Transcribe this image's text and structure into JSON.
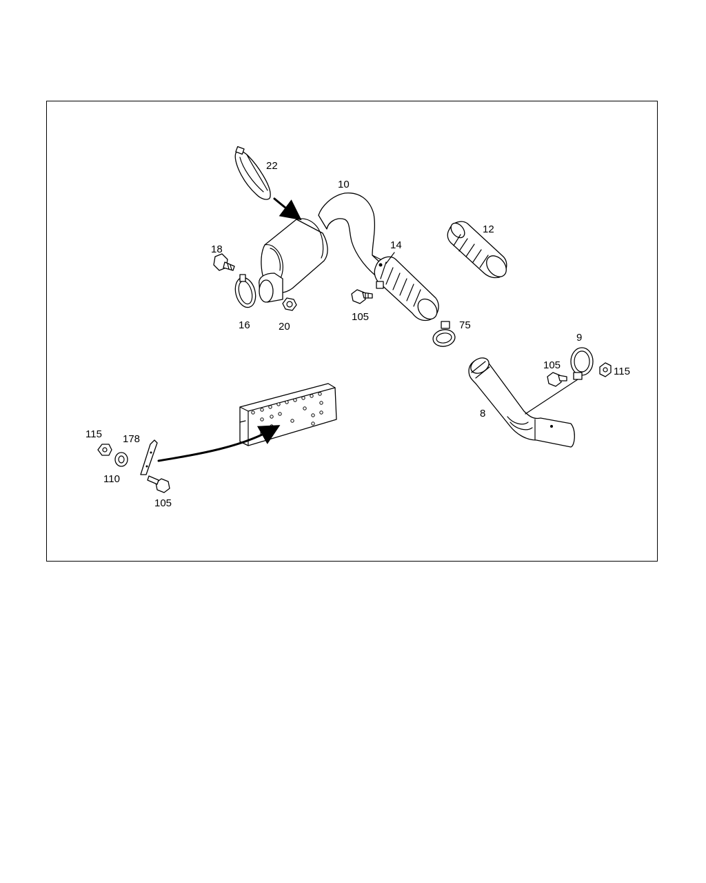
{
  "diagram": {
    "type": "exploded-parts-diagram",
    "colors": {
      "line": "#000000",
      "background": "#ffffff"
    },
    "callouts": {
      "c22": "22",
      "c10": "10",
      "c12": "12",
      "c14": "14",
      "c18": "18",
      "c16": "16",
      "c20": "20",
      "c105_a": "105",
      "c75": "75",
      "c9": "9",
      "c105_b": "105",
      "c115_a": "115",
      "c8": "8",
      "c115_b": "115",
      "c178": "178",
      "c110": "110",
      "c105_c": "105"
    }
  }
}
